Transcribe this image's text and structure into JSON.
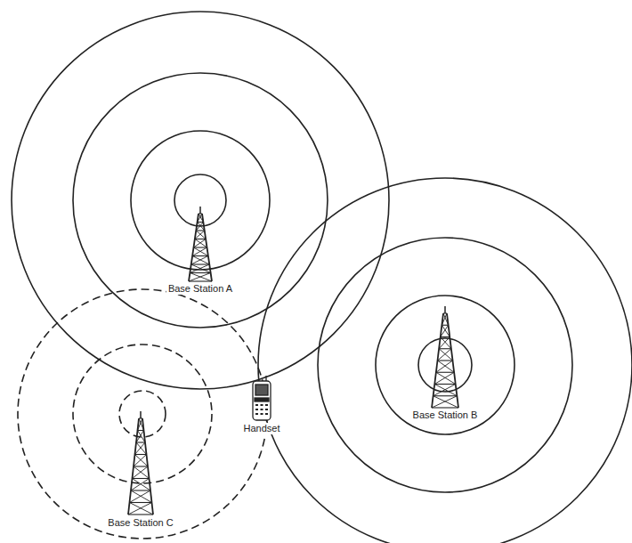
{
  "diagram": {
    "labels": [
      "Base Station A",
      "Handset",
      "Base Station B",
      "Base Station C"
    ]
  }
}
